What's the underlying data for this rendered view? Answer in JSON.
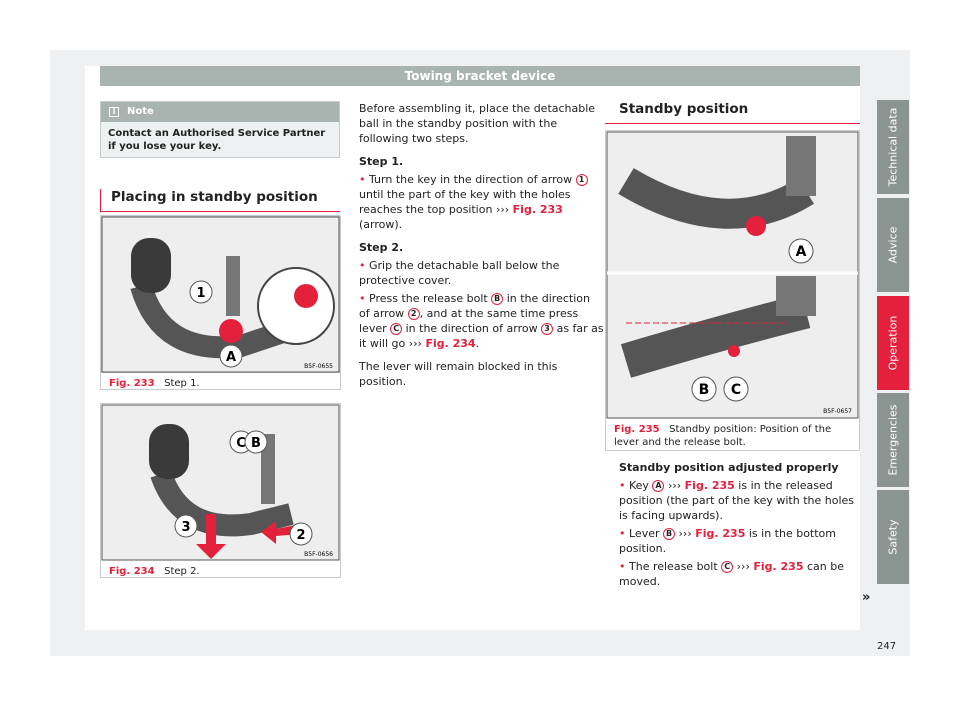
{
  "header": {
    "title": "Towing bracket device"
  },
  "note": {
    "icon": "info-icon",
    "title": "Note",
    "text": "Contact an Authorised Service Partner if you lose your key."
  },
  "section1": {
    "title": "Placing in standby position"
  },
  "fig233": {
    "num": "Fig. 233",
    "caption": "Step 1.",
    "code": "B5F-0655",
    "labels": [
      "1",
      "A"
    ]
  },
  "fig234": {
    "num": "Fig. 234",
    "caption": "Step 2.",
    "code": "B5F-0656",
    "labels": [
      "C",
      "B",
      "3",
      "2"
    ]
  },
  "fig235": {
    "num": "Fig. 235",
    "caption": "Standby position: Position of the lever and the release bolt.",
    "code": "B5F-0657",
    "labels": [
      "A",
      "B",
      "C"
    ]
  },
  "middle": {
    "intro": "Before assembling it, place the detachable ball in the standby position with the following two steps.",
    "step1": "Step 1.",
    "s1a": "Turn the key in the direction of arrow",
    "s1c": "1",
    "s1b": "until the part of the key with the holes reaches the top position",
    "s1link": "Fig. 233",
    "s1end": "(arrow).",
    "step2": "Step 2.",
    "s2": "Grip the detachable ball below the protective cover.",
    "s3a": "Press the release bolt",
    "s3c1": "B",
    "s3b": "in the direction of arrow",
    "s3c2": "2",
    "s3c": ", and at the same time press lever",
    "s3c3": "C",
    "s3d": "in the direction of arrow",
    "s3c4": "3",
    "s3e": "as far as it will go",
    "s3link": "Fig. 234",
    "closing": "The lever will remain blocked in this position."
  },
  "section2": {
    "title": "Standby position"
  },
  "right": {
    "subtitle": "Standby position adjusted properly",
    "b1a": "Key",
    "b1c": "A",
    "b1link": "Fig. 235",
    "b1b": "is in the released position (the part of the key with the holes is facing upwards).",
    "b2a": "Lever",
    "b2c": "B",
    "b2link": "Fig. 235",
    "b2b": "is in the bottom position.",
    "b3a": "The release bolt",
    "b3c": "C",
    "b3link": "Fig. 235",
    "b3b": "can be moved."
  },
  "arrows": "›››",
  "continue": "»",
  "tabs": [
    "Technical data",
    "Advice",
    "Operation",
    "Emergencies",
    "Safety"
  ],
  "active_tab": "Operation",
  "page_number": "247",
  "colors": {
    "accent": "#e4203c",
    "header": "#a9b3b0",
    "tab": "#8a9591"
  }
}
